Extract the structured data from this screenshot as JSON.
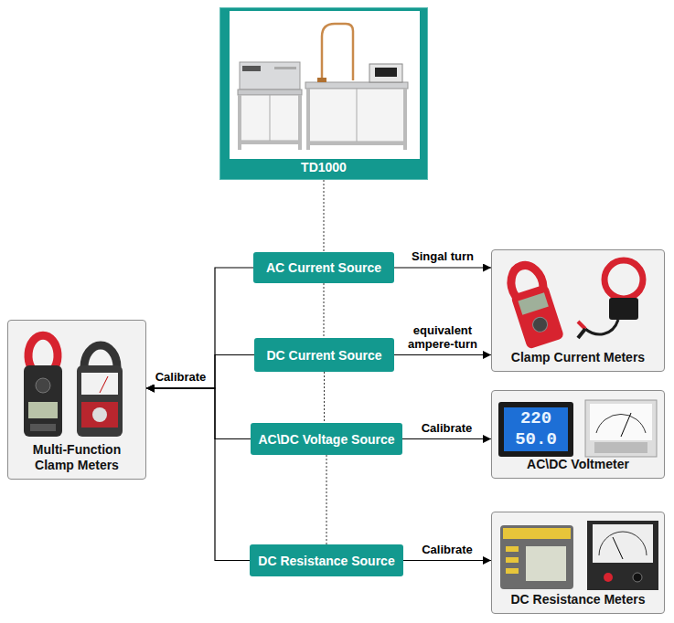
{
  "diagram": {
    "nodes": [
      {
        "text": [
          "TD1000"
        ]
      },
      {
        "text": [
          "Multi-Function Clamp Meters"
        ]
      },
      {
        "text": [
          "AC Current Source"
        ]
      },
      {
        "text": [
          "DC Current Source"
        ]
      },
      {
        "text": [
          "AC\\DC Voltage Source"
        ]
      },
      {
        "text": [
          "DC Resistance Source"
        ]
      },
      {
        "text": [
          "Clamp Current Meters"
        ]
      },
      {
        "text": [
          "AC\\DC Voltmeter"
        ]
      },
      {
        "text": [
          "DC Resistance Meters"
        ]
      }
    ],
    "edges": [
      {
        "from": 0,
        "to": 2,
        "arrow": "none"
      },
      {
        "from": 2,
        "to": 3,
        "arrow": "none"
      },
      {
        "from": 3,
        "to": 4,
        "arrow": "none"
      },
      {
        "from": 4,
        "to": 5,
        "arrow": "none"
      },
      {
        "from": 2,
        "to": 1,
        "arrow": "to"
      },
      {
        "from": 3,
        "to": 1,
        "arrow": "to",
        "label": "Calibrate"
      },
      {
        "from": 4,
        "to": 1,
        "arrow": "to"
      },
      {
        "from": 5,
        "to": 1,
        "arrow": "to"
      },
      {
        "from": 2,
        "to": 6,
        "arrow": "to",
        "label": "Singal turn"
      },
      {
        "from": 3,
        "to": 6,
        "arrow": "to",
        "label": "equivalent ampere-turn"
      },
      {
        "from": 4,
        "to": 7,
        "arrow": "to",
        "label": "Calibrate"
      },
      {
        "from": 5,
        "to": 8,
        "arrow": "to",
        "label": "Calibrate"
      }
    ],
    "labels": [
      "220",
      "50.0"
    ]
  }
}
